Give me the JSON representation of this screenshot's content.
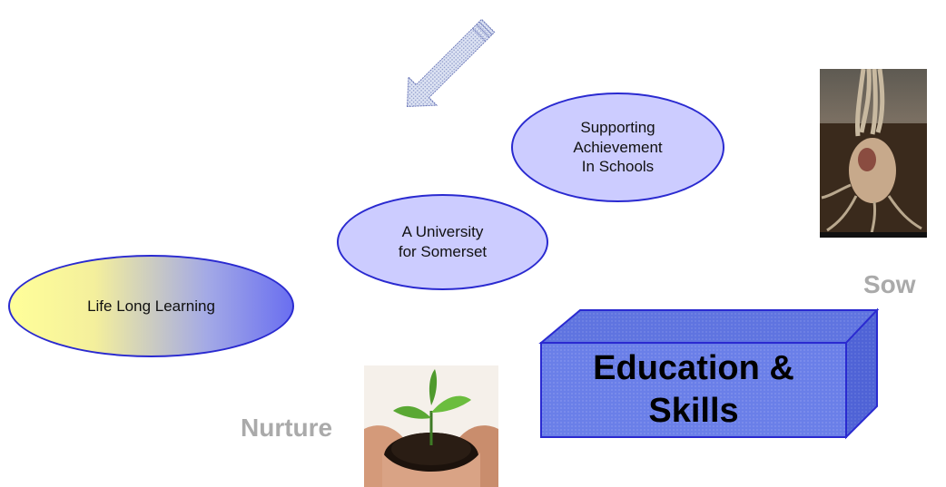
{
  "ellipses": {
    "life_long_learning": "Life Long Learning",
    "university": "A University\nfor Somerset",
    "schools": "Supporting\nAchievement\nIn Schools"
  },
  "labels": {
    "sow": "Sow",
    "nurture": "Nurture"
  },
  "box": {
    "text": "Education &\nSkills"
  },
  "images": {
    "sow_photo": "figure-in-roots-photo",
    "nurture_photo": "seedling-in-hands-photo"
  },
  "colors": {
    "ellipse_fill": "#ccccff",
    "ellipse_border": "#2a2ad0",
    "box_front": "#6a7fe8",
    "box_top": "#5f74e0",
    "box_side": "#4f63d6",
    "label_grey": "#aaaaaa",
    "gradient_start": "#ffff99",
    "gradient_end": "#6a6ff0"
  }
}
